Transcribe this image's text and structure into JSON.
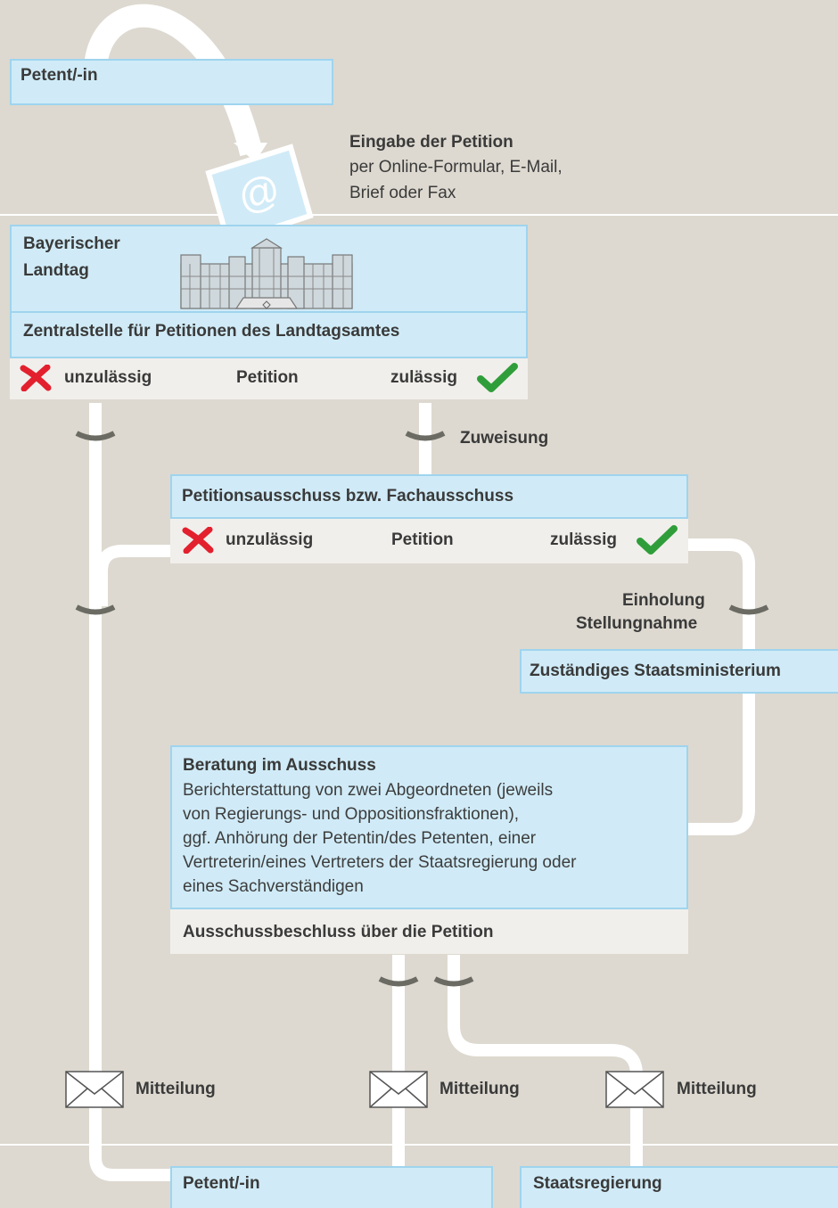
{
  "top_petent": {
    "label": "Petent/-in"
  },
  "submission": {
    "title": "Eingabe der Petition",
    "line1": "per Online-Formular, E-Mail,",
    "line2": "Brief oder Fax",
    "envelope_symbol": "@"
  },
  "landtag": {
    "name_line1": "Bayerischer",
    "name_line2": "Landtag",
    "central_office": "Zentralstelle für Petitionen des Landtagsamtes",
    "status": {
      "invalid": "unzulässig",
      "middle": "Petition",
      "valid": "zulässig"
    }
  },
  "assignment_label": "Zuweisung",
  "committee": {
    "title": "Petitionsausschuss bzw. Fachausschuss",
    "status": {
      "invalid": "unzulässig",
      "middle": "Petition",
      "valid": "zulässig"
    }
  },
  "statement": {
    "line1": "Einholung",
    "line2": "Stellungnahme"
  },
  "ministry": {
    "label": "Zuständiges Staatsministerium"
  },
  "deliberation": {
    "title": "Beratung im Ausschuss",
    "lines": [
      "Berichterstattung von zwei Abgeordneten (jeweils",
      "von Regierungs- und Oppositionsfraktionen),",
      "ggf. Anhörung der Petentin/des Petenten, einer",
      "Vertreterin/eines Vertreters der Staatsregierung oder",
      "eines Sachverständigen"
    ],
    "decision": "Ausschussbeschluss über die Petition"
  },
  "notifications": {
    "left": "Mitteilung",
    "middle": "Mitteilung",
    "right": "Mitteilung"
  },
  "bottom": {
    "petent": "Petent/-in",
    "government": "Staatsregierung"
  },
  "colors": {
    "background": "#ddd9d0",
    "box": "#d0ebf7",
    "box_border": "#9fd4ee",
    "bar": "#f1efeb",
    "cross": "#e3202e",
    "check": "#2f9e3a",
    "chevron": "#6b6b63"
  },
  "icons": [
    "cross-icon",
    "check-icon",
    "envelope-icon",
    "at-envelope-icon",
    "chevron-down-icon",
    "parliament-building-icon"
  ]
}
